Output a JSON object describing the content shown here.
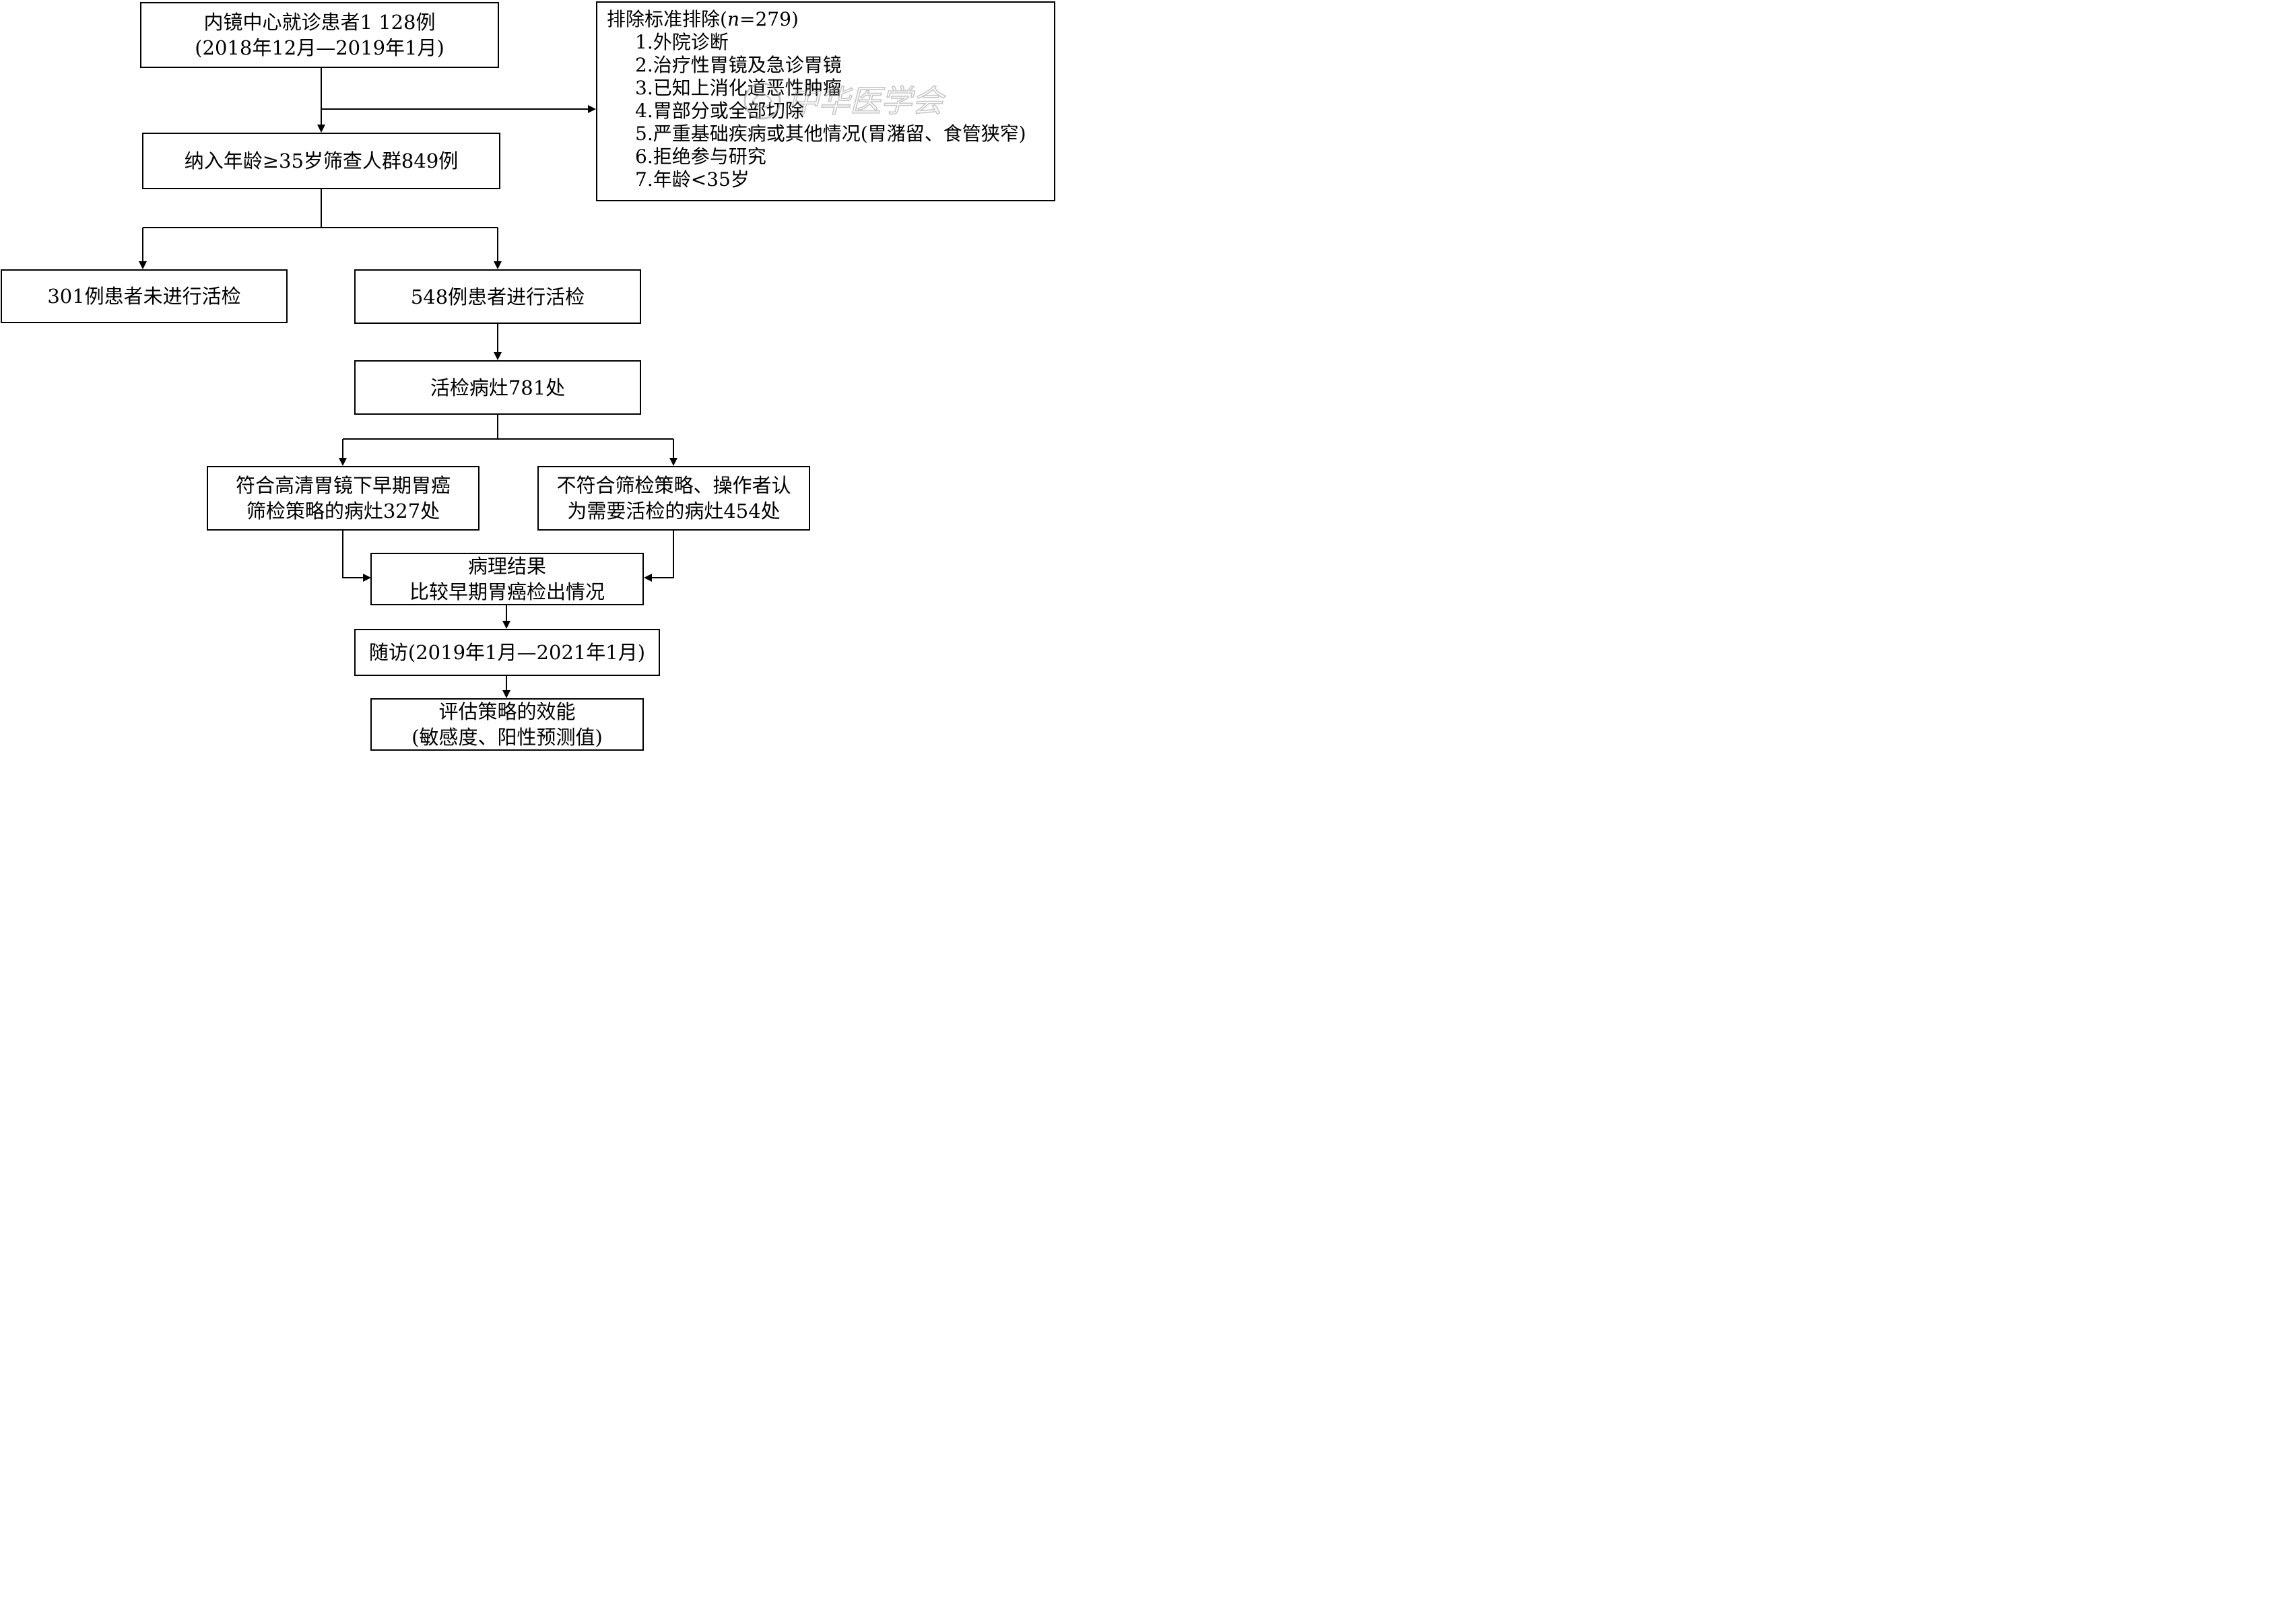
{
  "nodes": {
    "patients": {
      "line1": "内镜中心就诊患者1 128例",
      "line2": "(2018年12月—2019年1月)"
    },
    "screening": {
      "text": "纳入年龄≥35岁筛查人群849例"
    },
    "no_biopsy": {
      "text": "301例患者未进行活检"
    },
    "biopsy": {
      "text": "548例患者进行活检"
    },
    "lesions": {
      "text": "活检病灶781处"
    },
    "compliant": {
      "line1": "符合高清胃镜下早期胃癌",
      "line2": "筛检策略的病灶327处"
    },
    "noncompliant": {
      "line1": "不符合筛检策略、操作者认",
      "line2": "为需要活检的病灶454处"
    },
    "pathology": {
      "line1": "病理结果",
      "line2": "比较早期胃癌检出情况"
    },
    "followup": {
      "text": "随访(2019年1月—2021年1月)"
    },
    "evaluation": {
      "line1": "评估策略的效能",
      "line2": "(敏感度、阳性预测值)"
    }
  },
  "exclusion": {
    "title_prefix": "排除标准排除(",
    "title_var": "n",
    "title_suffix": "=279)",
    "items": [
      "1.外院诊断",
      "2.治疗性胃镜及急诊胃镜",
      "3.已知上消化道恶性肿瘤",
      "4.胃部分或全部切除",
      "5.严重基础疾病或其他情况(胃潴留、食管狭窄)",
      "6.拒绝参与研究",
      "7.年龄<35岁"
    ]
  },
  "watermark": {
    "text": "中华医学会"
  }
}
